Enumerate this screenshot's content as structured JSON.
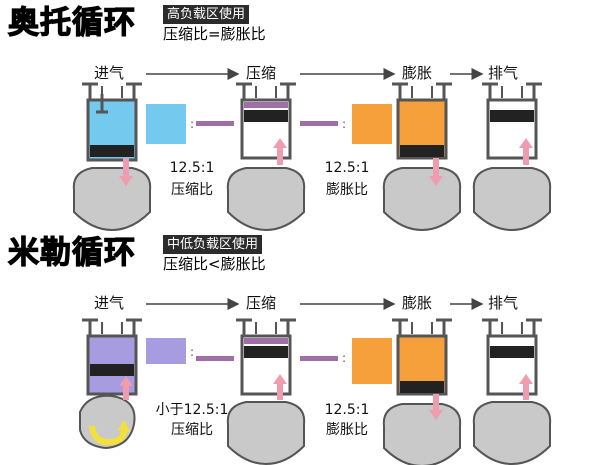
{
  "otto": {
    "title": "奥托循环",
    "tag": "高负载区使用",
    "subtitle": "压缩比=膨胀比",
    "stages": [
      "进气",
      "压缩",
      "膨胀",
      "排气"
    ],
    "compression_ratio": "12.5:1",
    "compression_label": "压缩比",
    "expansion_ratio": "12.5:1",
    "expansion_label": "膨胀比"
  },
  "miller": {
    "title": "米勒循环",
    "tag": "中低负载区使用",
    "subtitle": "压缩比<膨胀比",
    "stages": [
      "进气",
      "压缩",
      "膨胀",
      "排气"
    ],
    "compression_ratio": "小于12.5:1",
    "compression_label": "压缩比",
    "expansion_ratio": "12.5:1",
    "expansion_label": "膨胀比"
  },
  "colors": {
    "otto_intake": "#74c9ee",
    "miller_intake": "#a79ce0",
    "expansion": "#f5a03a",
    "compression_band": "#a06fa8",
    "arrow_pink": "#f09cb0",
    "swirl": "#f3e13a"
  }
}
